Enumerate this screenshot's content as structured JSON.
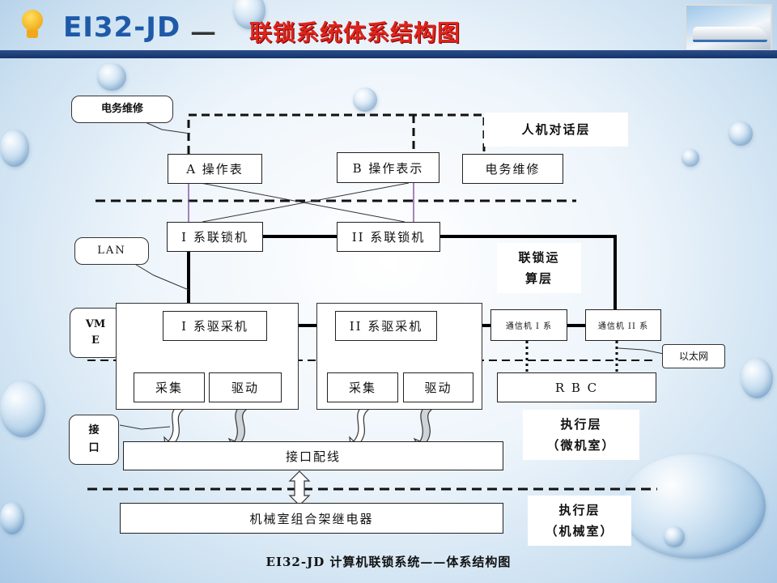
{
  "header": {
    "brand": "EI32-JD",
    "dash": "一",
    "title": "联锁系统体系结构图"
  },
  "layers": {
    "hmi": "人机对话层",
    "interlock": [
      "联锁运",
      "算层"
    ],
    "exec_micro": [
      "执行层",
      "（微机室）"
    ],
    "exec_mech": [
      "执行层",
      "（机械室）"
    ]
  },
  "boxes": {
    "op_a": "A 操作表",
    "op_b": "B 操作表示",
    "maint": "电务维修",
    "il1": "I 系联锁机",
    "il2": "II 系联锁机",
    "drv1": "I 系驱采机",
    "drv2": "II 系驱采机",
    "comm1": "通信机 I 系",
    "comm2": "通信机 II 系",
    "collect1": "采集",
    "drive1": "驱动",
    "collect2": "采集",
    "drive2": "驱动",
    "rbc": "R B C",
    "iface_wiring": "接口配线",
    "relay": "机械室组合架继电器"
  },
  "callouts": {
    "maint": "电务维修",
    "lan": "LAN",
    "vme": [
      "VM",
      "E"
    ],
    "iface": [
      "接",
      "口"
    ],
    "ethernet": "以太网"
  },
  "caption": "EI32-JD 计算机联锁系统——体系结构图"
}
